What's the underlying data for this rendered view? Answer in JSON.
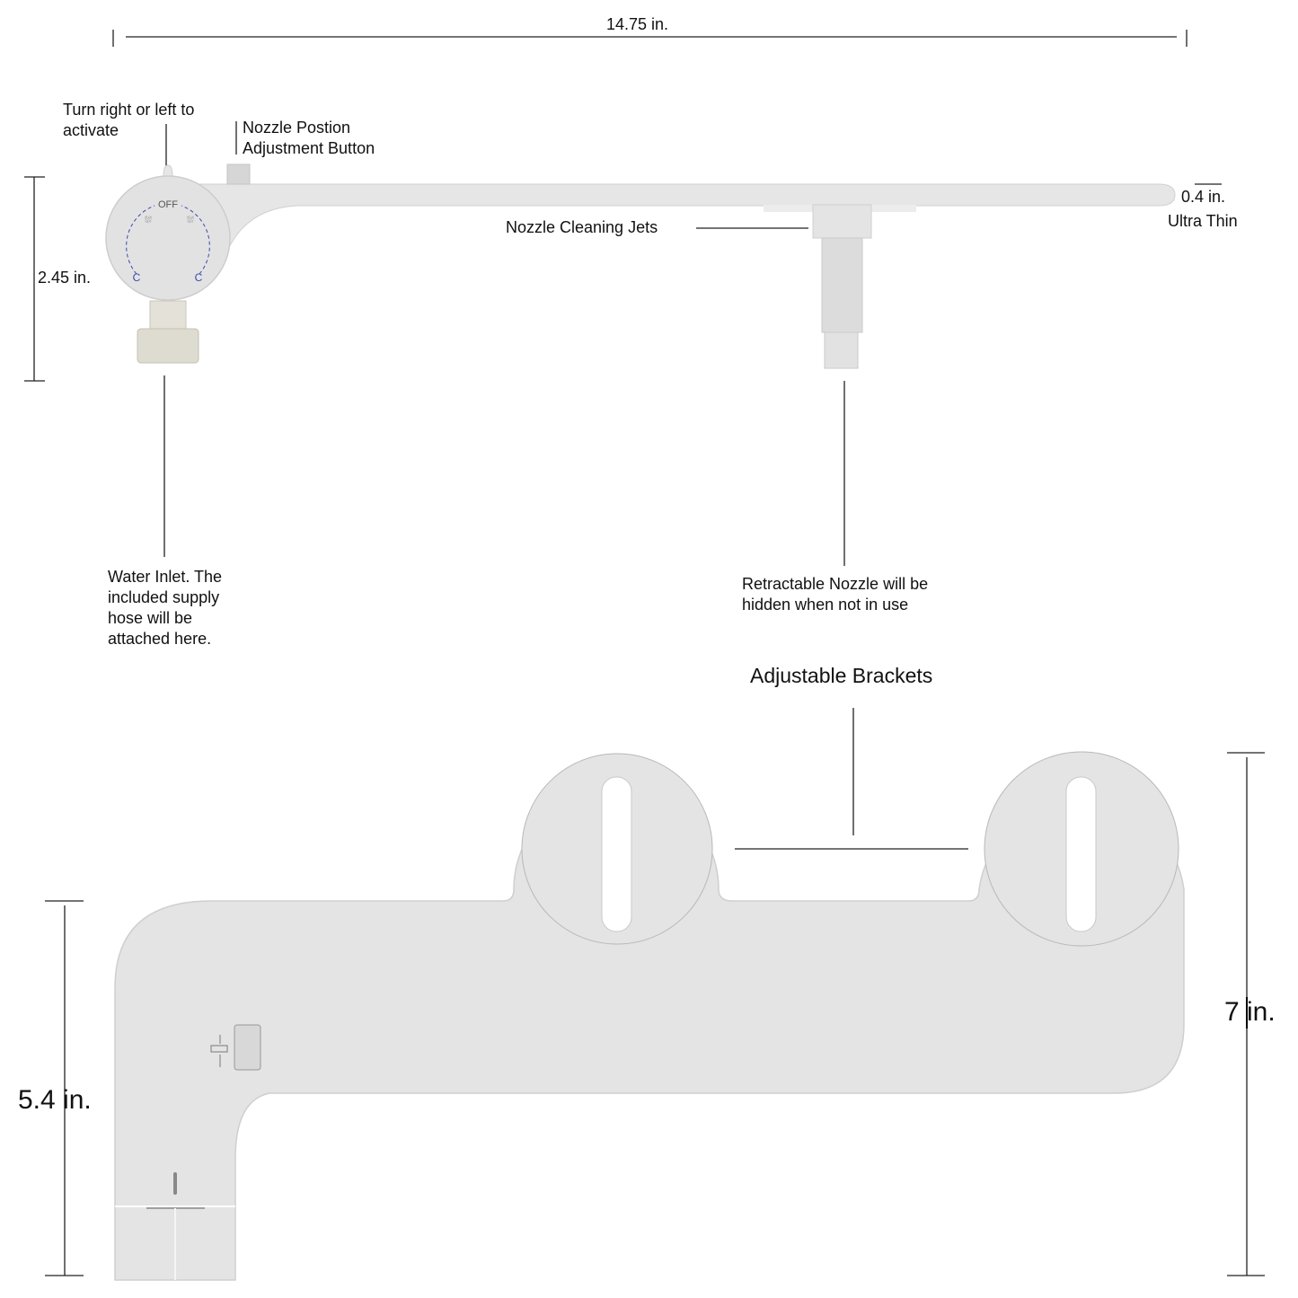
{
  "dimensions": {
    "width_top": "14.75 in.",
    "height_side": "2.45 in.",
    "thickness": "0.4 in.",
    "thickness_note": "Ultra Thin",
    "body_height_right": "7 in.",
    "body_height_left": "5.4 in."
  },
  "callouts": {
    "dial": [
      "Turn right or left to",
      "activate"
    ],
    "nozzle_button": [
      "Nozzle Postion",
      "Adjustment Button"
    ],
    "cleaning_jets": "Nozzle Cleaning Jets",
    "water_inlet": [
      "Water Inlet. The",
      "included supply",
      "hose will be",
      "attached here."
    ],
    "nozzle": [
      "Retractable Nozzle will be",
      "hidden when not in use"
    ],
    "brackets": "Adjustable Brackets"
  },
  "dial": {
    "off_label": "OFF",
    "left_mark": "C",
    "right_mark": "C",
    "accent_color": "#3b4bb0"
  },
  "colors": {
    "body": "#e4e4e4",
    "outline": "#c8c8c8",
    "fitting": "#dedbd0"
  }
}
